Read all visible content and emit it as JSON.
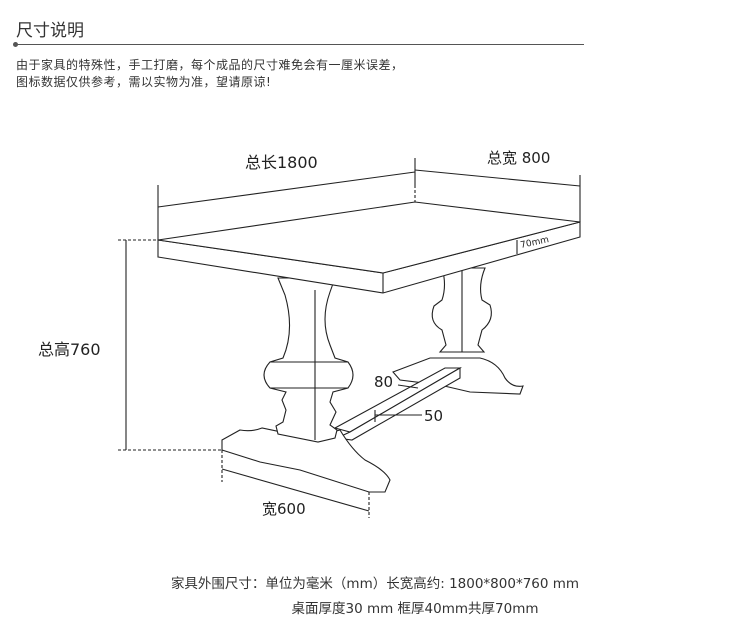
{
  "header": {
    "title": "尺寸说明"
  },
  "notice": {
    "line1": "由于家具的特殊性，手工打磨，每个成品的尺寸难免会有一厘米误差，",
    "line2": "图标数据仅供参考，需以实物为准，望请原谅!"
  },
  "diagram": {
    "length_label": "总长1800",
    "width_label": "总宽 800",
    "height_label": "总高760",
    "base_width_label": "宽600",
    "top_thickness_label": "70mm",
    "stretcher_width_label": "80",
    "stretcher_height_label": "50"
  },
  "footer": {
    "line1": "家具外围尺寸：单位为毫米（mm）长宽高约: 1800*800*760 mm",
    "line2": "桌面厚度30 mm 框厚40mm共厚70mm"
  }
}
